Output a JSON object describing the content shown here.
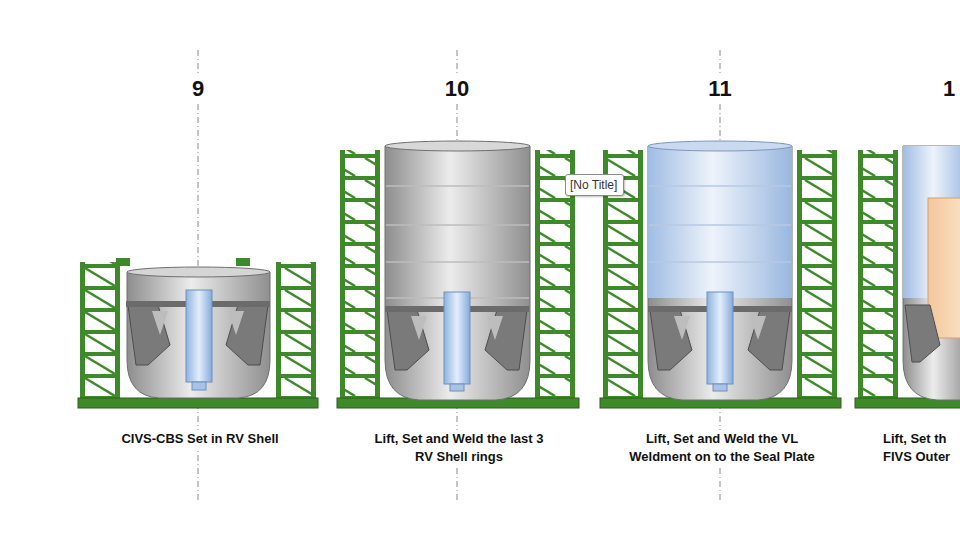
{
  "diagram": {
    "nodes": [
      {
        "text": [
          "[No Title]"
        ]
      }
    ],
    "labels": [
      "9",
      "10",
      "11",
      "1",
      "CIVS-CBS Set in RV Shell",
      "Lift, Set and Weld the last 3 RV Shell rings",
      "Lift, Set and Weld the VL Weldment on to the Seal Plate",
      "Lift, Set th FIVS Outer"
    ]
  }
}
